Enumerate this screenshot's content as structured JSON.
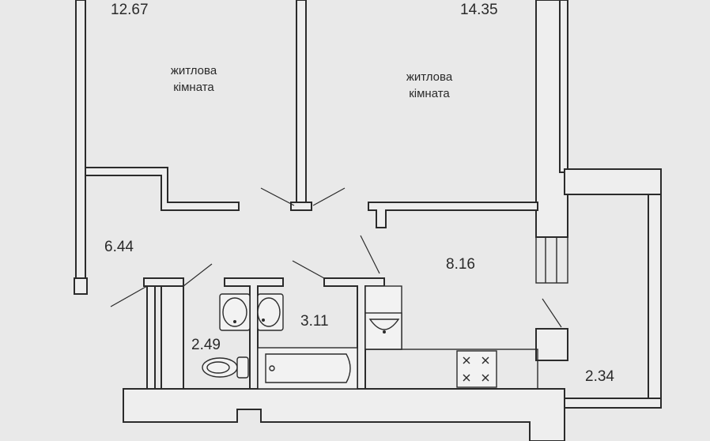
{
  "rooms": [
    {
      "id": "living-room-left",
      "area": "12.67",
      "label_line1": "житлова",
      "label_line2": "кімната"
    },
    {
      "id": "living-room-right",
      "area": "14.35",
      "label_line1": "житлова",
      "label_line2": "кімната"
    },
    {
      "id": "hallway",
      "area": "6.44"
    },
    {
      "id": "kitchen",
      "area": "8.16"
    },
    {
      "id": "bathroom",
      "area": "3.11"
    },
    {
      "id": "toilet",
      "area": "2.49"
    },
    {
      "id": "balcony",
      "area": "2.34"
    }
  ],
  "colors": {
    "background": "#e9e9e9",
    "wall_fill": "#eeeeee",
    "line": "#2b2b2b"
  }
}
